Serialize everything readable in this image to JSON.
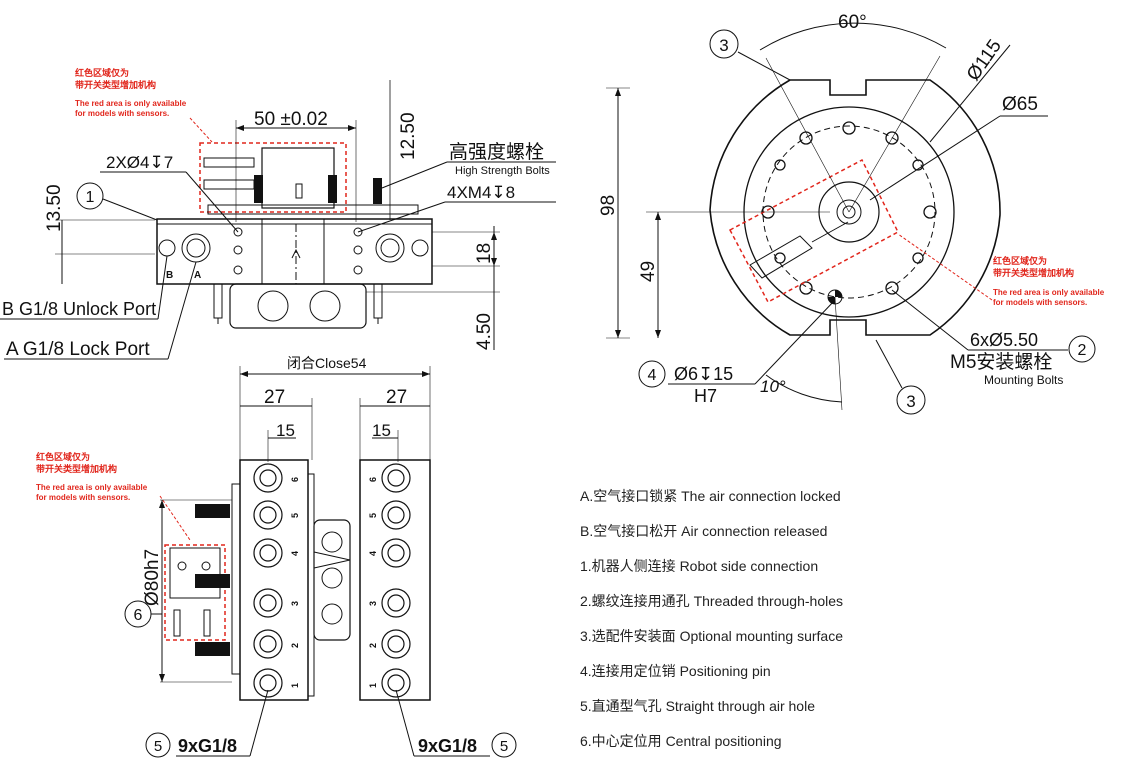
{
  "colors": {
    "line": "#111111",
    "red": "#e1261c",
    "background": "#ffffff"
  },
  "sensor_note": {
    "cn_line1": "红色区域仅为",
    "cn_line2": "带开关类型增加机构",
    "en_line1": "The red area is only available",
    "en_line2": "for models with sensors."
  },
  "left_view": {
    "dim_width": "50 ±0.02",
    "dim_height_top": "12.50",
    "dim_height_left": "13.50",
    "dim_right_18": "18",
    "dim_right_450": "4.50",
    "pin_hole": "2XØ4↧7",
    "bolts_cn": "高强度螺栓",
    "bolts_en": "High Strength Bolts",
    "thread": "4XM4↧8",
    "port_b": "B G1/8 Unlock Port",
    "port_a": "A G1/8 Lock Port",
    "mark_b": "B",
    "mark_a": "A",
    "callout_1": "1"
  },
  "top_view": {
    "angle_60": "60°",
    "dia_115": "Ø115",
    "dia_65": "Ø65",
    "height_98": "98",
    "height_49": "49",
    "holes": "6xØ5.50",
    "bolts_cn": "M5安装螺栓",
    "bolts_en": "Mounting Bolts",
    "pin": "Ø6↧15",
    "fit": "H7",
    "angle_10": "10°",
    "callout_2": "2",
    "callout_3a": "3",
    "callout_3b": "3",
    "callout_4": "4"
  },
  "bottom_view": {
    "closed": "闭合Close54",
    "dim_27_left": "27",
    "dim_27_right": "27",
    "dim_15_left": "15",
    "dim_15_right": "15",
    "dia_80": "Ø80h7",
    "ports_left": "9xG1/8",
    "ports_right": "9xG1/8",
    "callout_5a": "5",
    "callout_5b": "5",
    "callout_6": "6",
    "port_numbers": [
      "6",
      "5",
      "4",
      "3",
      "2",
      "1"
    ]
  },
  "legend": [
    "A.空气接口锁紧 The air connection locked",
    "B.空气接口松开 Air connection released",
    "1.机器人侧连接 Robot side connection",
    "2.螺纹连接用通孔 Threaded through-holes",
    "3.选配件安装面 Optional mounting surface",
    "4.连接用定位销 Positioning pin",
    "5.直通型气孔 Straight through air hole",
    "6.中心定位用 Central positioning"
  ]
}
